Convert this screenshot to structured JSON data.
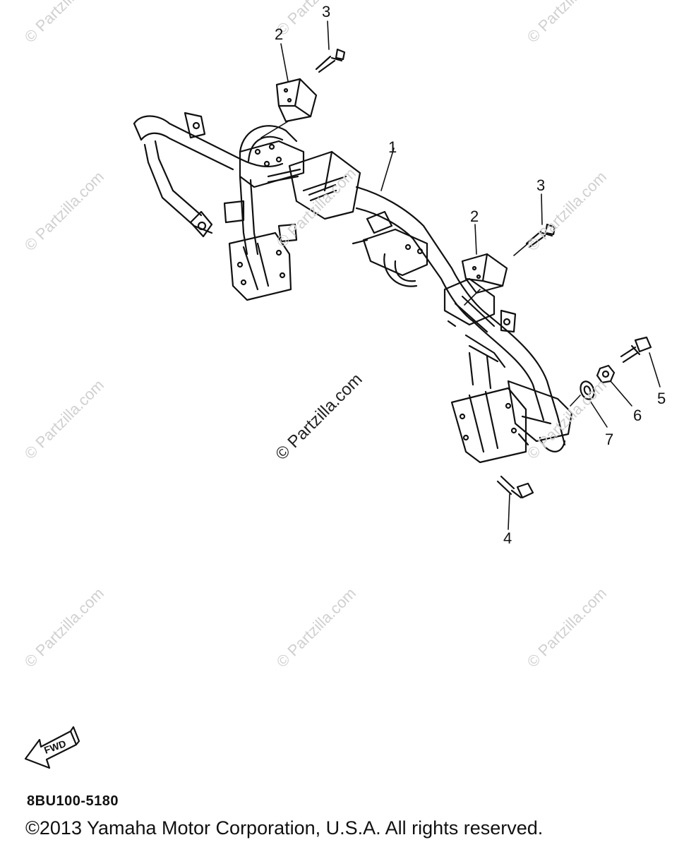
{
  "diagram": {
    "code": "8BU100-5180",
    "copyright": "©2013 Yamaha Motor Corporation, U.S.A. All rights reserved.",
    "fwd_label": "FWD",
    "watermark": "© Partzilla.com",
    "callouts": [
      {
        "id": "c1",
        "label": "1"
      },
      {
        "id": "c2a",
        "label": "2"
      },
      {
        "id": "c2b",
        "label": "2"
      },
      {
        "id": "c3a",
        "label": "3"
      },
      {
        "id": "c3b",
        "label": "3"
      },
      {
        "id": "c4",
        "label": "4"
      },
      {
        "id": "c5",
        "label": "5"
      },
      {
        "id": "c6",
        "label": "6"
      },
      {
        "id": "c7",
        "label": "7"
      }
    ]
  }
}
